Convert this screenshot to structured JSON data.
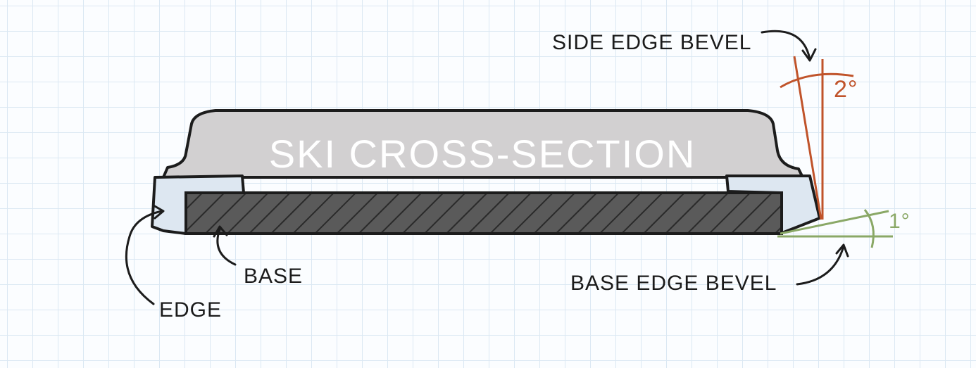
{
  "diagram": {
    "title": "SKI CROSS-SECTION",
    "labels": {
      "side_edge_bevel": "SIDE EDGE BEVEL",
      "base_edge_bevel": "BASE EDGE BEVEL",
      "base": "BASE",
      "edge": "EDGE"
    },
    "angles": {
      "side": "2°",
      "base": "1°"
    },
    "colors": {
      "side_bevel": "#c0532a",
      "base_bevel": "#8aa866",
      "ski_body": "#d2d0d1",
      "edge_fill": "#dde7f1",
      "base_fill": "#5a5a5a",
      "outline": "#1c1c1c",
      "grid": "#dbe8f3"
    }
  }
}
